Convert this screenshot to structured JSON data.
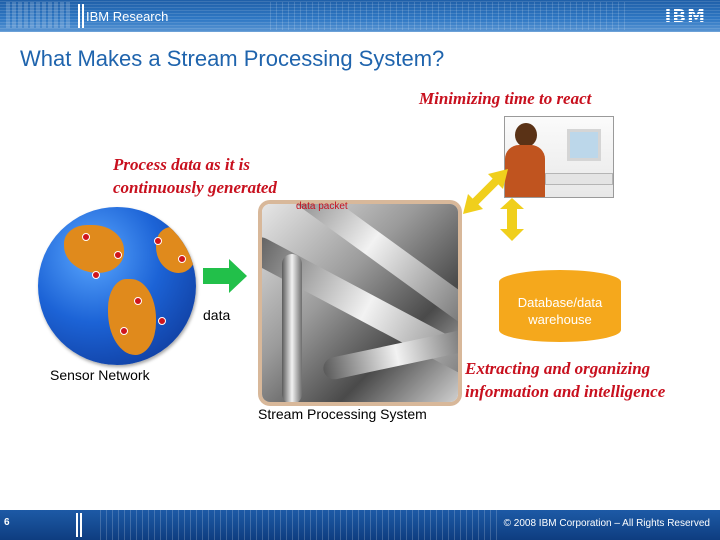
{
  "header": {
    "brand": "IBM Research",
    "logo": "IBM"
  },
  "slide": {
    "title": "What Makes a Stream Processing System?",
    "callout_react": "Minimizing time to react",
    "callout_process": [
      "Process data as it is",
      "continuously generated"
    ],
    "callout_extract": [
      "Extracting and organizing",
      "information and intelligence"
    ],
    "data_packet": "data packet",
    "data_label": "data",
    "sensor_label": "Sensor Network",
    "sps_label": "Stream Processing System",
    "database_label": [
      "Database/data",
      "warehouse"
    ]
  },
  "footer": {
    "page_number": "6",
    "copyright": "© 2008 IBM Corporation – All Rights Reserved"
  },
  "colors": {
    "header_blue": "#1f5fa8",
    "title_blue": "#1f64ad",
    "callout_red": "#c8101e",
    "arrow_green": "#22c04a",
    "arrow_yellow": "#f0cf1c",
    "db_orange": "#f5a81c"
  },
  "icons": [
    "globe-icon",
    "arrow-right-icon",
    "double-arrow-icon",
    "database-icon",
    "person-at-computer-icon"
  ]
}
